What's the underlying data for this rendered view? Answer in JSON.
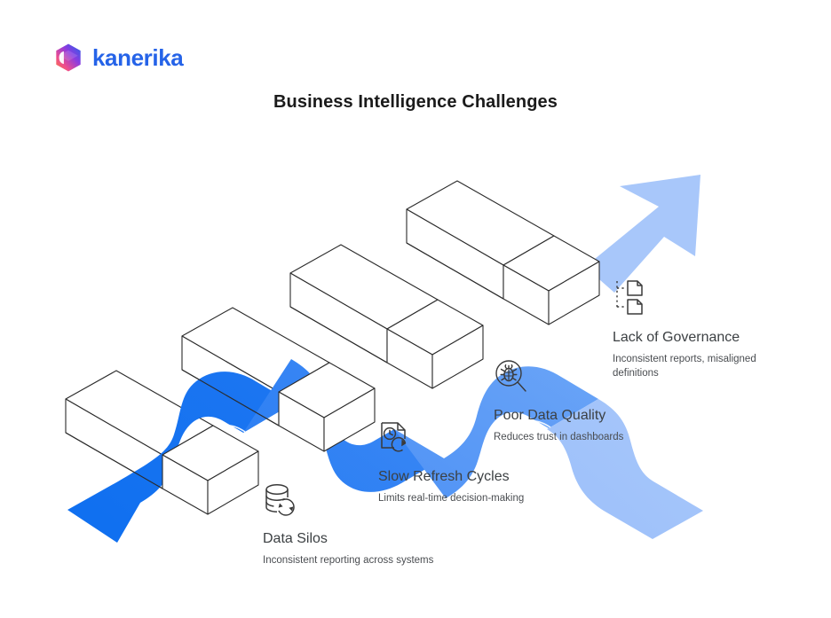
{
  "brand": {
    "name": "kanerika",
    "logo_icon": "cube-logo-icon",
    "color": "#2563E8"
  },
  "header": {
    "title": "Business Intelligence Challenges"
  },
  "illustration": {
    "name": "isometric-staircase-arrow",
    "arrow_direction": "up-right",
    "step_count": 5,
    "ribbon_colors": [
      "#1A73E8",
      "#2F80F5",
      "#5B9BF6",
      "#A8C7FA",
      "#A8C7FA"
    ],
    "step_fill": "#FFFFFF",
    "step_stroke": "#2b2b2b"
  },
  "callouts": [
    {
      "id": "data-silos",
      "icon": "database-sync-icon",
      "title": "Data Silos",
      "desc": "Inconsistent reporting across systems"
    },
    {
      "id": "slow-refresh-cycles",
      "icon": "document-clock-refresh-icon",
      "title": "Slow Refresh Cycles",
      "desc": "Limits real-time decision-making"
    },
    {
      "id": "poor-data-quality",
      "icon": "bug-magnifier-icon",
      "title": "Poor Data Quality",
      "desc": "Reduces trust in dashboards"
    },
    {
      "id": "lack-of-governance",
      "icon": "file-tree-icon",
      "title": "Lack of Governance",
      "desc": "Inconsistent reports, misaligned definitions"
    }
  ]
}
